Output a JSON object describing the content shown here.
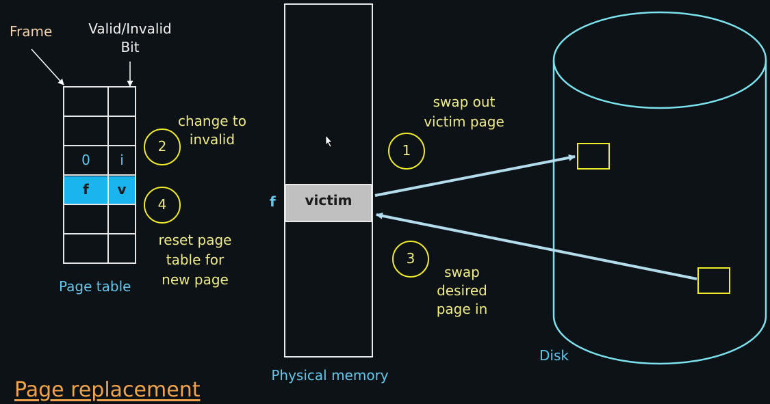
{
  "labels": {
    "frame": "Frame",
    "valid_invalid_line1": "Valid/Invalid",
    "valid_invalid_line2": "Bit",
    "page_table": "Page table",
    "physical_memory": "Physical memory",
    "disk": "Disk",
    "victim": "victim",
    "f_marker": "f",
    "title": "Page replacement"
  },
  "page_table": {
    "rows": [
      {
        "frame": "",
        "bit": ""
      },
      {
        "frame": "",
        "bit": ""
      },
      {
        "frame": "0",
        "bit": "i"
      },
      {
        "frame": "f",
        "bit": "v"
      },
      {
        "frame": "",
        "bit": ""
      },
      {
        "frame": "",
        "bit": ""
      }
    ]
  },
  "steps": [
    {
      "number": "1",
      "text": [
        "swap out",
        "victim page"
      ]
    },
    {
      "number": "2",
      "text": [
        "change to",
        "invalid"
      ]
    },
    {
      "number": "3",
      "text": [
        "swap",
        "desired",
        "page in"
      ]
    },
    {
      "number": "4",
      "text": [
        "reset page",
        "table for",
        "new page"
      ]
    }
  ],
  "colors": {
    "background": "#0d1216",
    "highlight": "#1ab4ef",
    "step_yellow": "#f0ec8a",
    "cyan": "#64c6ea",
    "victim_gray": "#c0c0c0",
    "arrow": "#b3dcec",
    "title_orange": "#f0a34a"
  }
}
